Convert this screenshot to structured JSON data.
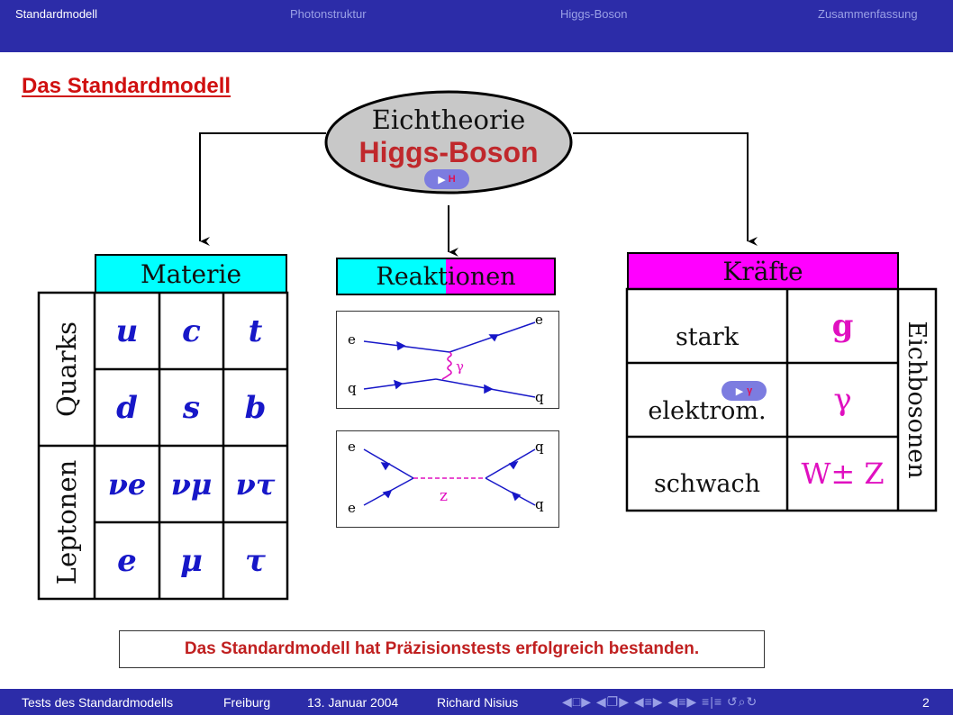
{
  "nav": {
    "items": [
      {
        "label": "Standardmodell"
      },
      {
        "label": "Photonstruktur"
      },
      {
        "label": "Higgs-Boson"
      },
      {
        "label": "Zusammenfassung"
      }
    ]
  },
  "slide": {
    "title": "Das Standardmodell",
    "center": {
      "line1": "Eichtheorie",
      "line2": "Higgs-Boson",
      "button": "H"
    },
    "materie": {
      "header": "Materie",
      "quarks_label": "Quarks",
      "leptonen_label": "Leptonen",
      "rows": [
        [
          "u",
          "c",
          "t"
        ],
        [
          "d",
          "s",
          "b"
        ],
        [
          "νe",
          "νμ",
          "ντ"
        ],
        [
          "e",
          "μ",
          "τ"
        ]
      ]
    },
    "reaktionen": {
      "header": "Reaktionen",
      "diagram1": {
        "in_top": "e",
        "in_bottom": "q",
        "out_top": "e",
        "out_bottom": "q",
        "boson": "γ"
      },
      "diagram2": {
        "in_top": "e",
        "in_bottom": "e",
        "out_top": "q",
        "out_bottom": "q",
        "boson": "z"
      }
    },
    "kraefte": {
      "header": "Kräfte",
      "side_label": "Eichbosonen",
      "rows": [
        {
          "force": "stark",
          "boson": "g"
        },
        {
          "force": "elektrom.",
          "boson": "γ"
        },
        {
          "force": "schwach",
          "boson": "W± Z"
        }
      ],
      "button": "γ"
    },
    "conclusion": "Das Standardmodell hat Präzisionstests erfolgreich bestanden."
  },
  "footer": {
    "talk": "Tests des Standardmodells",
    "place": "Freiburg",
    "date": "13. Januar 2004",
    "author": "Richard Nisius",
    "page": "2"
  },
  "colors": {
    "bar": "#2c2ca8",
    "title_red": "#d01010",
    "cyan": "#00ffff",
    "magenta": "#ff00ff",
    "particle_blue": "#1717c8",
    "boson_magenta": "#e010c0"
  }
}
